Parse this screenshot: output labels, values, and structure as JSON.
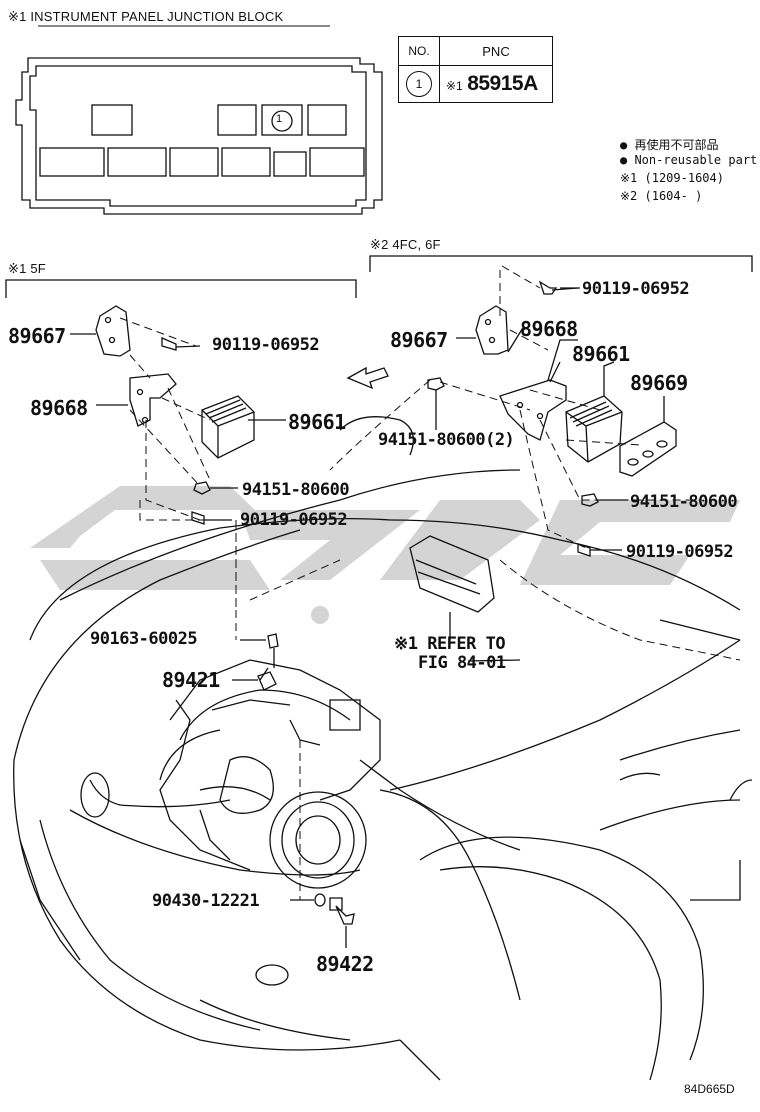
{
  "junction_block": {
    "header": "※1  INSTRUMENT PANEL JUNCTION BLOCK",
    "callout": "1"
  },
  "pnc_table": {
    "col_no": "NO.",
    "col_pnc": "PNC",
    "row_no": "1",
    "row_mark": "※1",
    "row_pnc": "85915A"
  },
  "legend": [
    {
      "text": "● 再使用不可部品"
    },
    {
      "text": "● Non-reusable part"
    },
    {
      "text": "※1 (1209-1604)"
    },
    {
      "text": "※2 (1604-      )"
    }
  ],
  "group_left": {
    "label": "※1 5F"
  },
  "group_right": {
    "label": "※2 4FC, 6F"
  },
  "parts": {
    "l_89667": "89667",
    "l_90119_a": "90119-06952",
    "l_89668": "89668",
    "l_89661": "89661",
    "l_94151": "94151-80600",
    "l_90119_b": "90119-06952",
    "r_90119_a": "90119-06952",
    "r_89667": "89667",
    "r_89668": "89668",
    "r_89661": "89661",
    "r_89669": "89669",
    "r_94151_2": "94151-80600(2)",
    "r_94151": "94151-80600",
    "r_90119_b": "90119-06952",
    "p_90163": "90163-60025",
    "p_89421": "89421",
    "p_90430": "90430-12221",
    "p_89422": "89422"
  },
  "refer": {
    "line1": "※1 REFER TO",
    "line2": "FIG 84-01"
  },
  "figure_code": "84D665D",
  "colors": {
    "line": "#111111",
    "watermark": "#c8c8c8"
  }
}
